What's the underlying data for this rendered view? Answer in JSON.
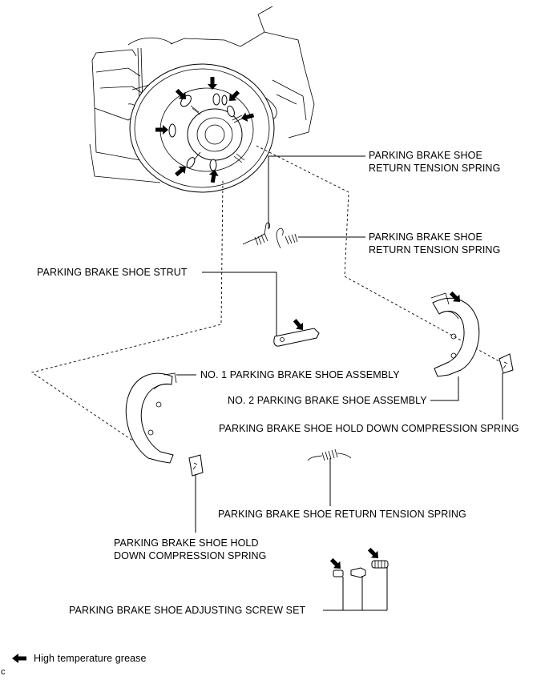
{
  "labels": {
    "return_spring_upper_line1": "PARKING BRAKE SHOE",
    "return_spring_upper_line2": "RETURN TENSION SPRING",
    "return_spring_mid_line1": "PARKING BRAKE SHOE",
    "return_spring_mid_line2": "RETURN TENSION SPRING",
    "shoe_strut": "PARKING BRAKE SHOE STRUT",
    "no1_shoe_assembly": "NO. 1 PARKING BRAKE SHOE ASSEMBLY",
    "no2_shoe_assembly": "NO. 2 PARKING BRAKE SHOE ASSEMBLY",
    "hold_down_spring_right": "PARKING BRAKE SHOE HOLD DOWN COMPRESSION SPRING",
    "return_spring_lower": "PARKING BRAKE SHOE RETURN TENSION SPRING",
    "hold_down_spring_left_line1": "PARKING BRAKE SHOE HOLD",
    "hold_down_spring_left_line2": "DOWN COMPRESSION SPRING",
    "adjusting_screw_set": "PARKING BRAKE SHOE ADJUSTING SCREW SET"
  },
  "legend": {
    "icon": "grease-arrow-icon",
    "text": "High temperature grease"
  },
  "corner_code": "c"
}
